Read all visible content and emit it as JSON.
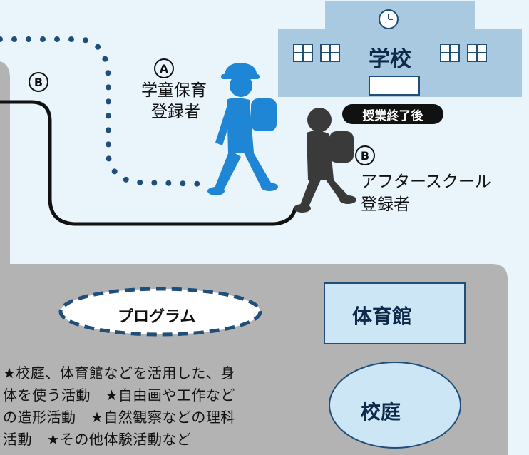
{
  "school": {
    "name": "学校",
    "after_class_badge": "授業終了後"
  },
  "routes": {
    "a": {
      "marker": "A",
      "label_line1": "学童保育",
      "label_line2": "登録者"
    },
    "b": {
      "marker": "B",
      "label_line1": "アフタースクール",
      "label_line2": "登録者"
    }
  },
  "facility": {
    "program_label": "プログラム",
    "gym_label": "体育館",
    "schoolyard_label": "校庭",
    "activities": [
      "★校庭、体育館などを活用した、身",
      "体を使う活動　★自由画や工作など",
      "の造形活動　★自然観察などの理科",
      "活動　★その他体験活動など"
    ]
  },
  "colors": {
    "background": "#eaf4fb",
    "school_building": "#a9c9e0",
    "facility_panel": "#b3b3b3",
    "route_a_blue": "#1f86d6",
    "dark_navy": "#1f4e79",
    "light_box": "#cde6f6"
  },
  "icons": [
    "clock-icon",
    "child-with-cap-icon",
    "child-with-backpack-icon",
    "window-icon"
  ]
}
